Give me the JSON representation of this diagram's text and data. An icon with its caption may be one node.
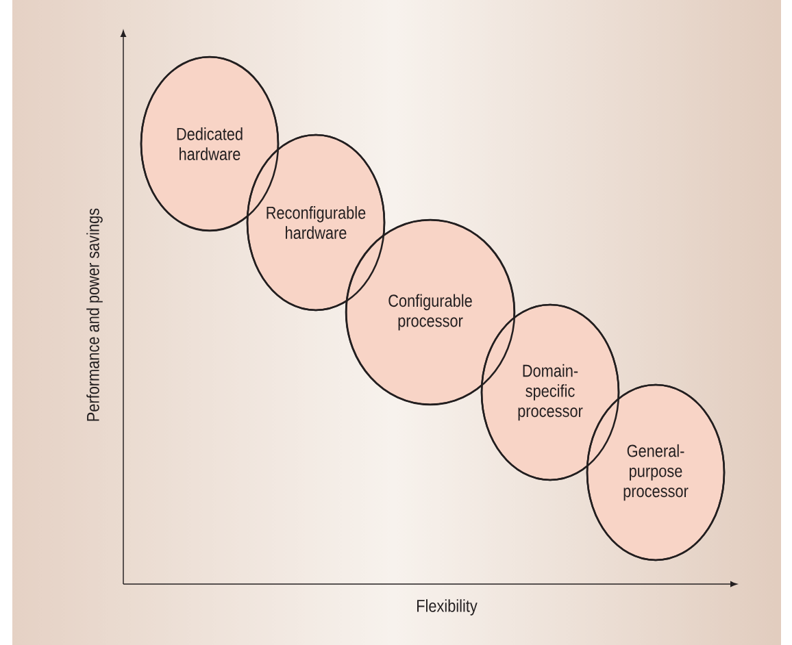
{
  "diagram": {
    "nodes": [
      {
        "text": [
          "Dedicated hardware"
        ]
      },
      {
        "text": [
          "Reconfigurable hardware"
        ]
      },
      {
        "text": [
          "Configurable processor"
        ]
      },
      {
        "text": [
          "Domain-specific processor"
        ]
      },
      {
        "text": [
          "General-purpose processor"
        ]
      }
    ],
    "labels": [
      "Performance and power savings",
      "Flexibility"
    ]
  }
}
